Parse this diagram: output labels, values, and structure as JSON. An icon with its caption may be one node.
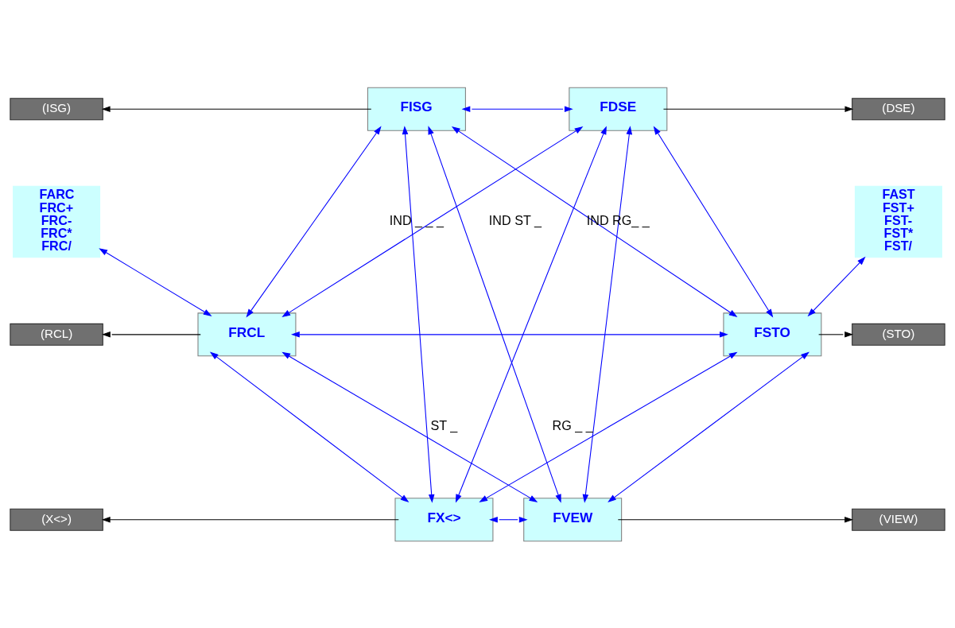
{
  "diagram": {
    "nodes": [
      {
        "text": [
          "FISG"
        ]
      },
      {
        "text": [
          "FDSE"
        ]
      },
      {
        "text": [
          "FRCL"
        ]
      },
      {
        "text": [
          "FSTO"
        ]
      },
      {
        "text": [
          "FX<>"
        ]
      },
      {
        "text": [
          "FVEW"
        ]
      },
      {
        "text": [
          "(ISG)"
        ]
      },
      {
        "text": [
          "(DSE)"
        ]
      },
      {
        "text": [
          "(RCL)"
        ]
      },
      {
        "text": [
          "(STO)"
        ]
      },
      {
        "text": [
          "(X<>)"
        ]
      },
      {
        "text": [
          "(VIEW)"
        ]
      },
      {
        "text": [
          "FARC",
          "FRC+",
          "FRC-",
          "FRC*",
          "FRC/"
        ]
      },
      {
        "text": [
          "FAST",
          "FST+",
          "FST-",
          "FST*",
          "FST/"
        ]
      }
    ],
    "edges": [
      {
        "from": 0,
        "to": 6,
        "arrow": "to",
        "color": "#000000"
      },
      {
        "from": 1,
        "to": 7,
        "arrow": "to",
        "color": "#000000"
      },
      {
        "from": 2,
        "to": 8,
        "arrow": "to",
        "color": "#000000"
      },
      {
        "from": 3,
        "to": 9,
        "arrow": "to",
        "color": "#000000"
      },
      {
        "from": 4,
        "to": 10,
        "arrow": "to",
        "color": "#000000"
      },
      {
        "from": 5,
        "to": 11,
        "arrow": "to",
        "color": "#000000"
      },
      {
        "from": 0,
        "to": 1,
        "arrow": "both"
      },
      {
        "from": 0,
        "to": 2,
        "arrow": "both"
      },
      {
        "from": 0,
        "to": 3,
        "arrow": "both"
      },
      {
        "from": 0,
        "to": 4,
        "arrow": "both"
      },
      {
        "from": 0,
        "to": 5,
        "arrow": "both"
      },
      {
        "from": 1,
        "to": 2,
        "arrow": "both"
      },
      {
        "from": 1,
        "to": 3,
        "arrow": "both"
      },
      {
        "from": 1,
        "to": 4,
        "arrow": "both"
      },
      {
        "from": 1,
        "to": 5,
        "arrow": "both"
      },
      {
        "from": 2,
        "to": 3,
        "arrow": "both"
      },
      {
        "from": 2,
        "to": 4,
        "arrow": "both"
      },
      {
        "from": 2,
        "to": 5,
        "arrow": "both"
      },
      {
        "from": 3,
        "to": 4,
        "arrow": "both"
      },
      {
        "from": 3,
        "to": 5,
        "arrow": "both"
      },
      {
        "from": 4,
        "to": 5,
        "arrow": "both"
      },
      {
        "from": 2,
        "to": 12,
        "arrow": "both"
      },
      {
        "from": 3,
        "to": 13,
        "arrow": "both"
      }
    ],
    "labels": [
      "IND _ _ _",
      "IND ST _",
      "IND RG_ _",
      "ST _",
      "RG _ _"
    ]
  }
}
